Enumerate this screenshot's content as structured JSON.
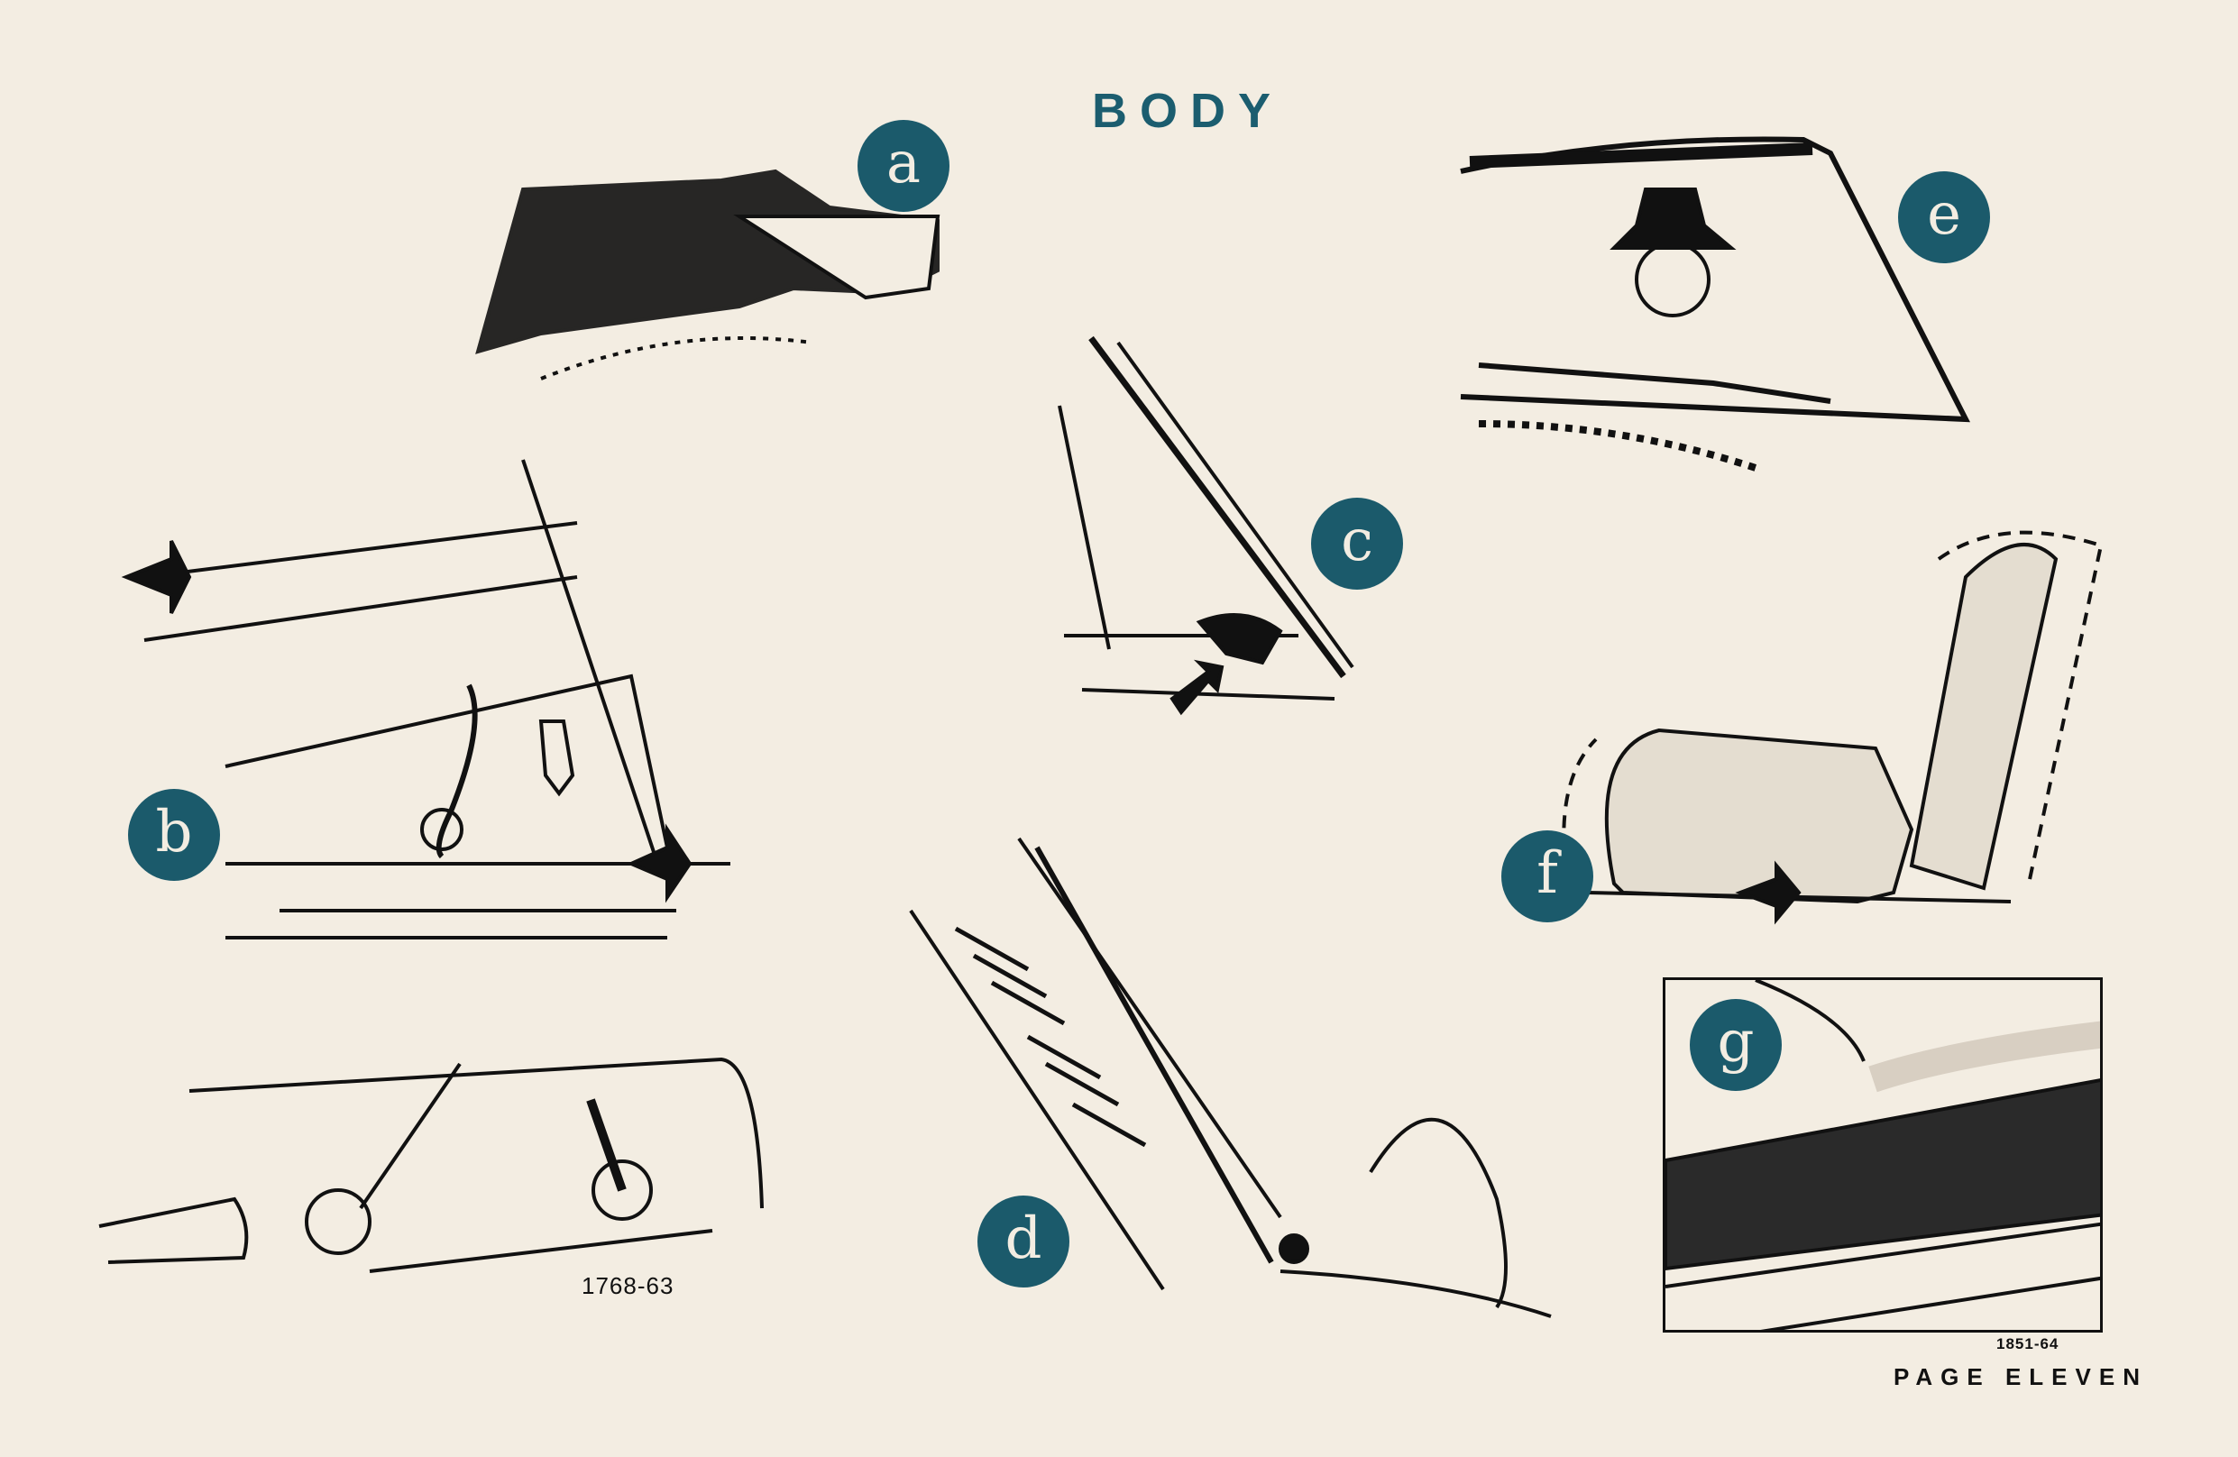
{
  "title": "BODY",
  "labels": [
    "a",
    "b",
    "c",
    "d",
    "e",
    "f",
    "g"
  ],
  "figure_numbers": {
    "left": "1768-63",
    "right": "1851-64"
  },
  "footer": "PAGE ELEVEN",
  "colors": {
    "accent": "#1b5a6b",
    "paper": "#f3ede2",
    "ink": "#111111"
  }
}
